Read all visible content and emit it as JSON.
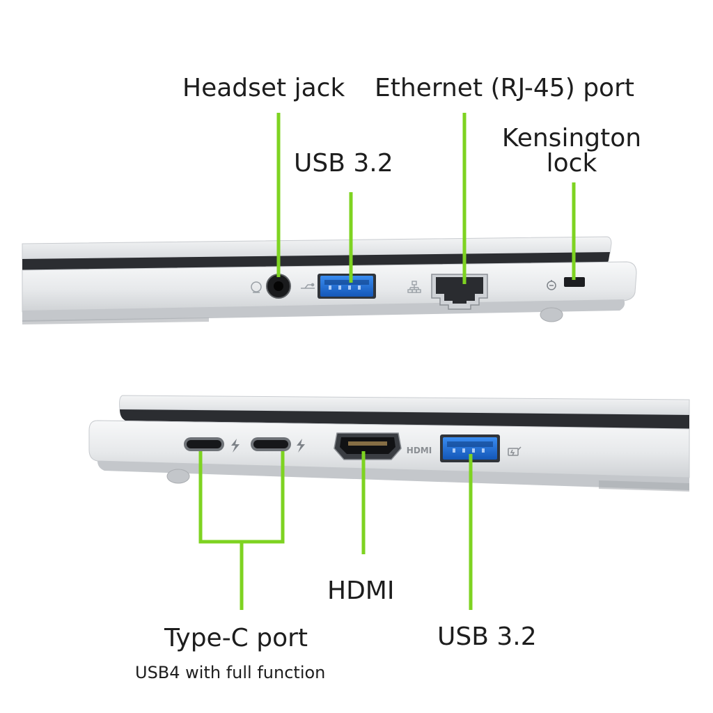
{
  "top_view": {
    "headset_jack_label": "Headset jack",
    "ethernet_label": "Ethernet (RJ-45) port",
    "kensington_label_line1": "Kensington",
    "kensington_label_line2": "lock",
    "usb_label": "USB 3.2"
  },
  "bottom_view": {
    "typec_label": "Type-C port",
    "typec_sublabel": "USB4 with full function",
    "hdmi_label": "HDMI",
    "hdmi_port_marking": "HDMI",
    "usb_label": "USB 3.2"
  },
  "colors": {
    "callout_green": "#7ed321",
    "chassis_silver": "#e6e8ea",
    "usb_blue": "#1f6fd8"
  }
}
